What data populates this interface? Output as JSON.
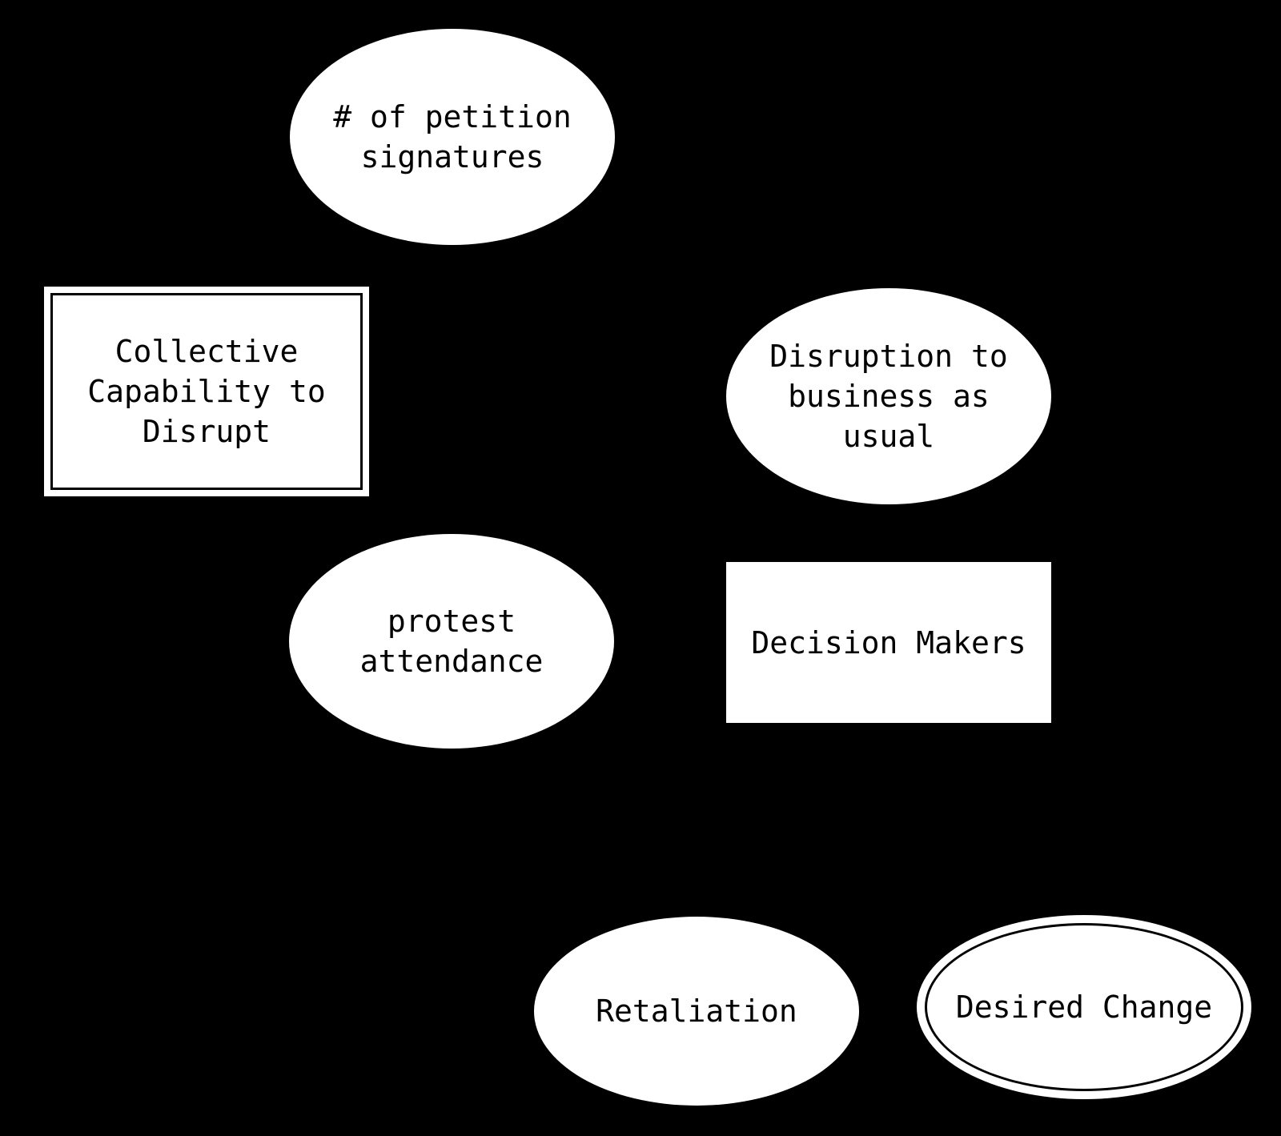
{
  "diagram": {
    "type": "node-graph",
    "background_color": "#000000",
    "node_fill_color": "#ffffff",
    "node_text_color": "#000000",
    "inner_border_color": "#000000",
    "edges_visible": false,
    "nodes": [
      {
        "id": "petition-signatures",
        "shape": "ellipse",
        "label": "# of petition\nsignatures"
      },
      {
        "id": "collective-capability",
        "shape": "double-rect",
        "label": "Collective\nCapability to\nDisrupt"
      },
      {
        "id": "disruption",
        "shape": "ellipse",
        "label": "Disruption to\nbusiness as\nusual"
      },
      {
        "id": "protest-attendance",
        "shape": "ellipse",
        "label": "protest\nattendance"
      },
      {
        "id": "decision-makers",
        "shape": "rect",
        "label": "Decision Makers"
      },
      {
        "id": "retaliation",
        "shape": "ellipse",
        "label": "Retaliation"
      },
      {
        "id": "desired-change",
        "shape": "double-ellipse",
        "label": "Desired Change"
      }
    ]
  }
}
